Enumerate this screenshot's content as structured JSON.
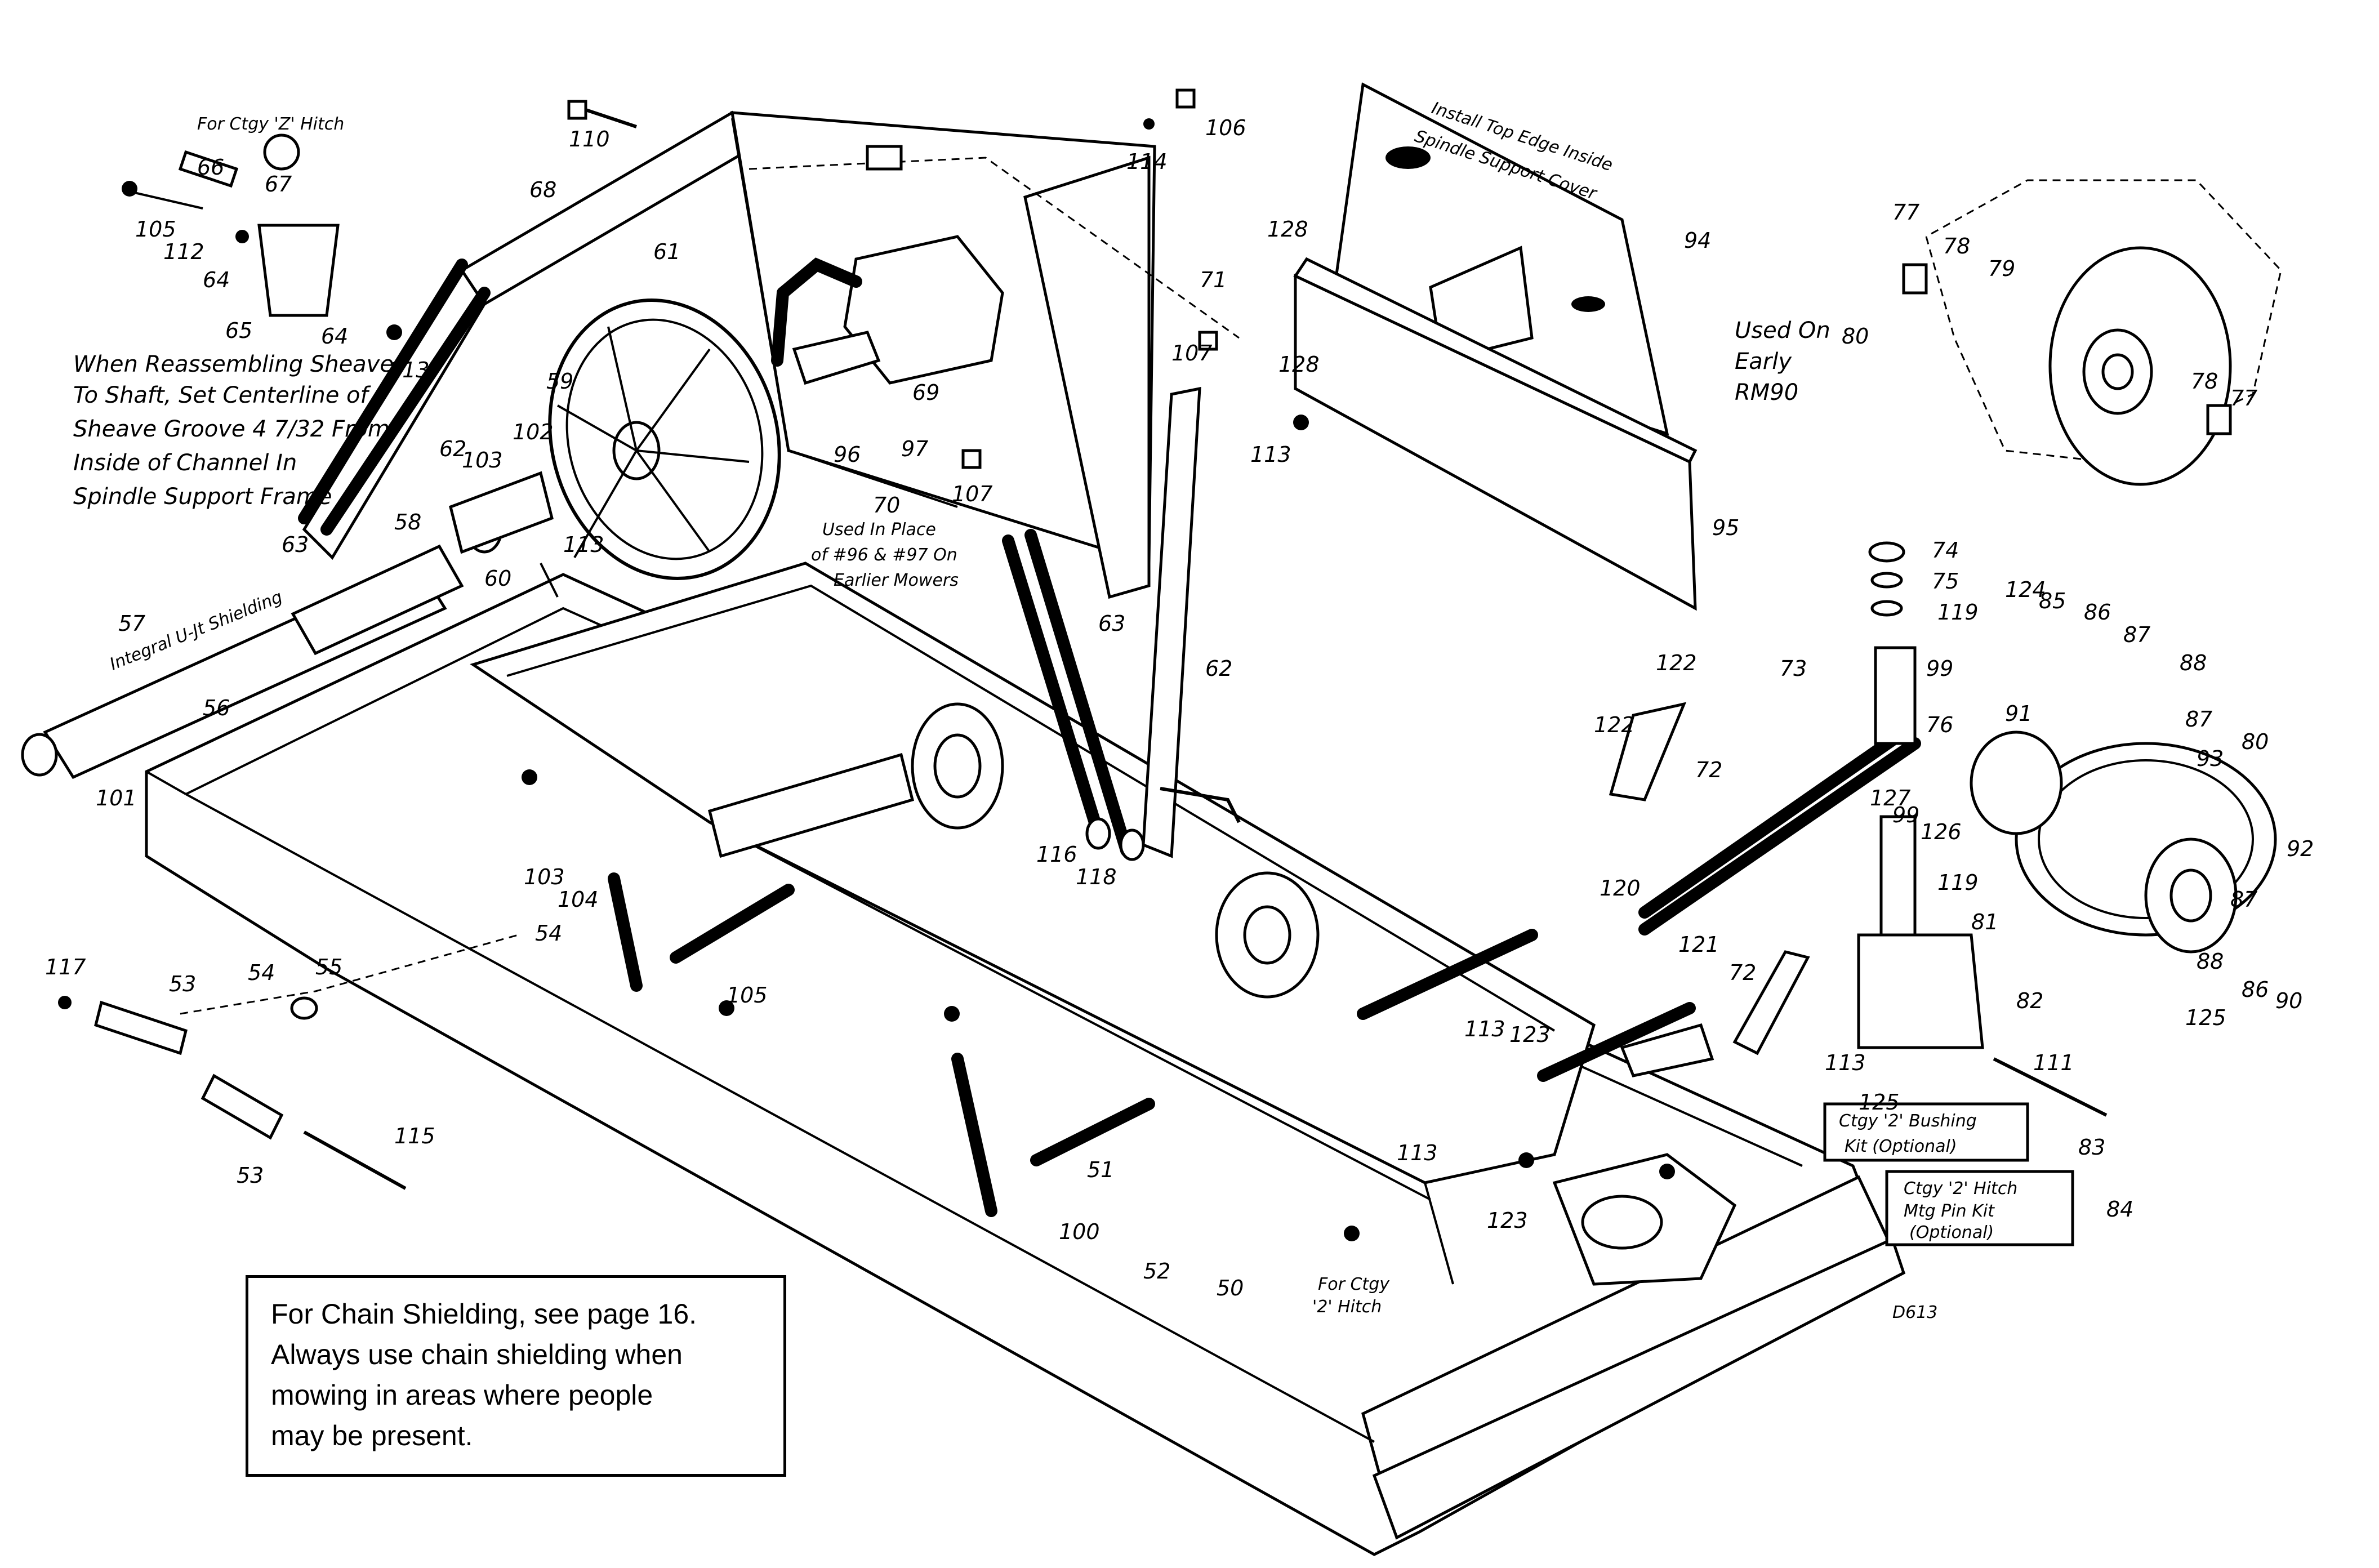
{
  "notes": {
    "chain_shielding_line1": "For Chain Shielding, see page 16.",
    "chain_shielding_line2": "Always use chain shielding when",
    "chain_shielding_line3": "mowing in areas where people",
    "chain_shielding_line4": "may be present."
  },
  "annotations": {
    "sheave_line1": "When Reassembling Sheave",
    "sheave_line2": "To Shaft, Set Centerline of",
    "sheave_line3": "Sheave Groove 4 7/32 From",
    "sheave_line4": "Inside of Channel In",
    "sheave_line5": "Spindle Support Frame",
    "hitch_top": "For Ctgy 'Z' Hitch",
    "used_on_line1": "Used On",
    "used_on_line2": "Early",
    "used_on_line3": "RM90",
    "used_in_place_line1": "Used In Place",
    "used_in_place_line2": "of #96 & #97 On",
    "used_in_place_line3": "Earlier Mowers",
    "install_edge_line1": "Install Top Edge Inside",
    "install_edge_line2": "Spindle Support Cover",
    "integral_shielding": "Integral U-Jt Shielding",
    "bushing_kit_line1": "Ctgy '2' Bushing",
    "bushing_kit_line2": "Kit (Optional)",
    "hitch_pin_kit_line1": "Ctgy '2' Hitch",
    "hitch_pin_kit_line2": "Mtg Pin Kit",
    "hitch_pin_kit_line3": "(Optional)",
    "hitch_bottom_line1": "For Ctgy",
    "hitch_bottom_line2": "'2' Hitch",
    "drawing_code": "D613"
  },
  "part_numbers": {
    "p50": "50",
    "p51": "51",
    "p52": "52",
    "p53a": "53",
    "p53b": "53",
    "p54a": "54",
    "p54b": "54",
    "p55": "55",
    "p56": "56",
    "p57": "57",
    "p58": "58",
    "p59": "59",
    "p60": "60",
    "p61": "61",
    "p62a": "62",
    "p62b": "62",
    "p63a": "63",
    "p63b": "63",
    "p64a": "64",
    "p64b": "64",
    "p65": "65",
    "p66": "66",
    "p67": "67",
    "p68": "68",
    "p69": "69",
    "p70": "70",
    "p71": "71",
    "p72a": "72",
    "p72b": "72",
    "p73": "73",
    "p74": "74",
    "p75": "75",
    "p76": "76",
    "p77a": "77",
    "p77b": "77",
    "p78a": "78",
    "p78b": "78",
    "p79": "79",
    "p80a": "80",
    "p80b": "80",
    "p81": "81",
    "p82": "82",
    "p83": "83",
    "p84": "84",
    "p85": "85",
    "p86a": "86",
    "p86b": "86",
    "p87a": "87",
    "p87b": "87",
    "p87c": "87",
    "p88a": "88",
    "p88b": "88",
    "p90": "90",
    "p91": "91",
    "p92": "92",
    "p93": "93",
    "p94": "94",
    "p95": "95",
    "p96": "96",
    "p97": "97",
    "p99a": "99",
    "p99b": "99",
    "p100": "100",
    "p101": "101",
    "p102": "102",
    "p103a": "103",
    "p103b": "103",
    "p104": "104",
    "p105a": "105",
    "p105b": "105",
    "p106": "106",
    "p107a": "107",
    "p107b": "107",
    "p110": "110",
    "p111": "111",
    "p112": "112",
    "p113a": "113",
    "p113b": "113",
    "p113c": "113",
    "p113d": "113",
    "p113e": "113",
    "p113f": "113",
    "p114": "114",
    "p115": "115",
    "p116": "116",
    "p117": "117",
    "p118": "118",
    "p119a": "119",
    "p119b": "119",
    "p120": "120",
    "p121": "121",
    "p122a": "122",
    "p122b": "122",
    "p123a": "123",
    "p123b": "123",
    "p124": "124",
    "p125a": "125",
    "p125b": "125",
    "p126": "126",
    "p127": "127",
    "p128a": "128",
    "p128b": "128"
  }
}
